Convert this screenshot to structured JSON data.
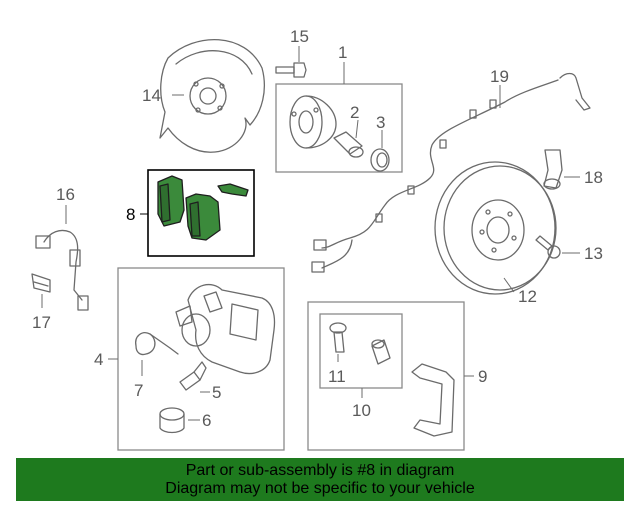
{
  "callouts": {
    "c1": "1",
    "c2": "2",
    "c3": "3",
    "c4": "4",
    "c5": "5",
    "c6": "6",
    "c7": "7",
    "c8": "8",
    "c9": "9",
    "c10": "10",
    "c11": "11",
    "c12": "12",
    "c13": "13",
    "c14": "14",
    "c15": "15",
    "c16": "16",
    "c17": "17",
    "c18": "18",
    "c19": "19"
  },
  "highlight": {
    "part": "8",
    "fill_color": "#3b8a3b",
    "banner_color": "#1e7a1e"
  },
  "footer": {
    "line1": "Part or sub-assembly is #8 in diagram",
    "line2": "Diagram may not be specific to your vehicle"
  }
}
